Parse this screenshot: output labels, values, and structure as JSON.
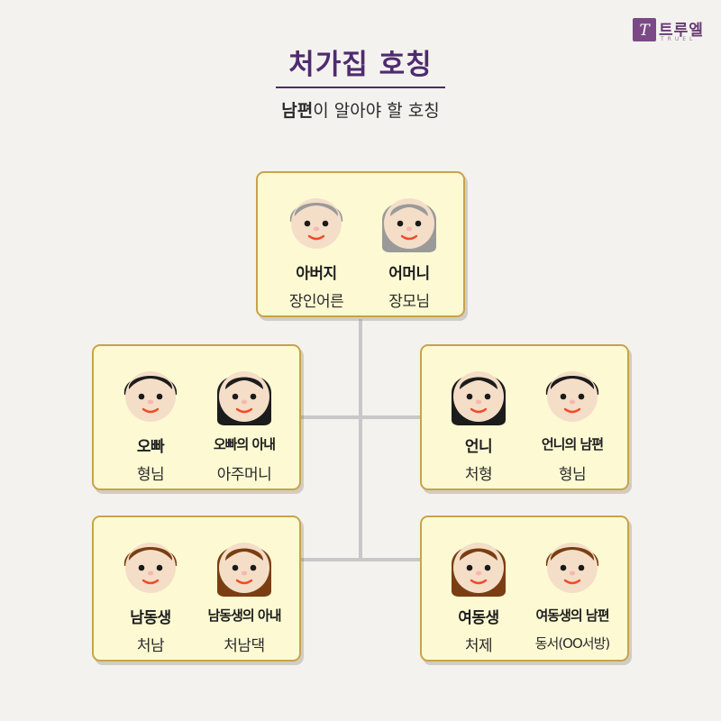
{
  "brand": {
    "name": "트루엘",
    "sub": "TRUEL"
  },
  "title": "처가집 호칭",
  "subtitle": {
    "strong": "남편",
    "rest": "이 알아야 할 호칭"
  },
  "colors": {
    "title": "#4e2b6e",
    "card_bg": "#fdfad3",
    "card_border": "#c9a349",
    "skin": "#f4dec8",
    "hair_gray": "#9a9a9a",
    "hair_black": "#1c1c1c",
    "hair_brown": "#7a3e12",
    "cheek": "#f6b7ad",
    "mouth": "#f04a2a",
    "line": "#c8c8c8"
  },
  "cards": {
    "parents": {
      "left": {
        "name": "아버지",
        "role": "장인어른",
        "face": "gray-short"
      },
      "right": {
        "name": "어머니",
        "role": "장모님",
        "face": "gray-long"
      }
    },
    "older_brother": {
      "left": {
        "name": "오빠",
        "role": "형님",
        "face": "black-short"
      },
      "right": {
        "name": "오빠의 아내",
        "role": "아주머니",
        "face": "black-long"
      }
    },
    "older_sister": {
      "left": {
        "name": "언니",
        "role": "처형",
        "face": "black-long"
      },
      "right": {
        "name": "언니의 남편",
        "role": "형님",
        "face": "black-short"
      }
    },
    "younger_brother": {
      "left": {
        "name": "남동생",
        "role": "처남",
        "face": "brown-short"
      },
      "right": {
        "name": "남동생의 아내",
        "role": "처남댁",
        "face": "brown-long"
      }
    },
    "younger_sister": {
      "left": {
        "name": "여동생",
        "role": "처제",
        "face": "brown-long"
      },
      "right": {
        "name": "여동생의 남편",
        "role": "동서(OO서방)",
        "face": "brown-short"
      }
    }
  }
}
